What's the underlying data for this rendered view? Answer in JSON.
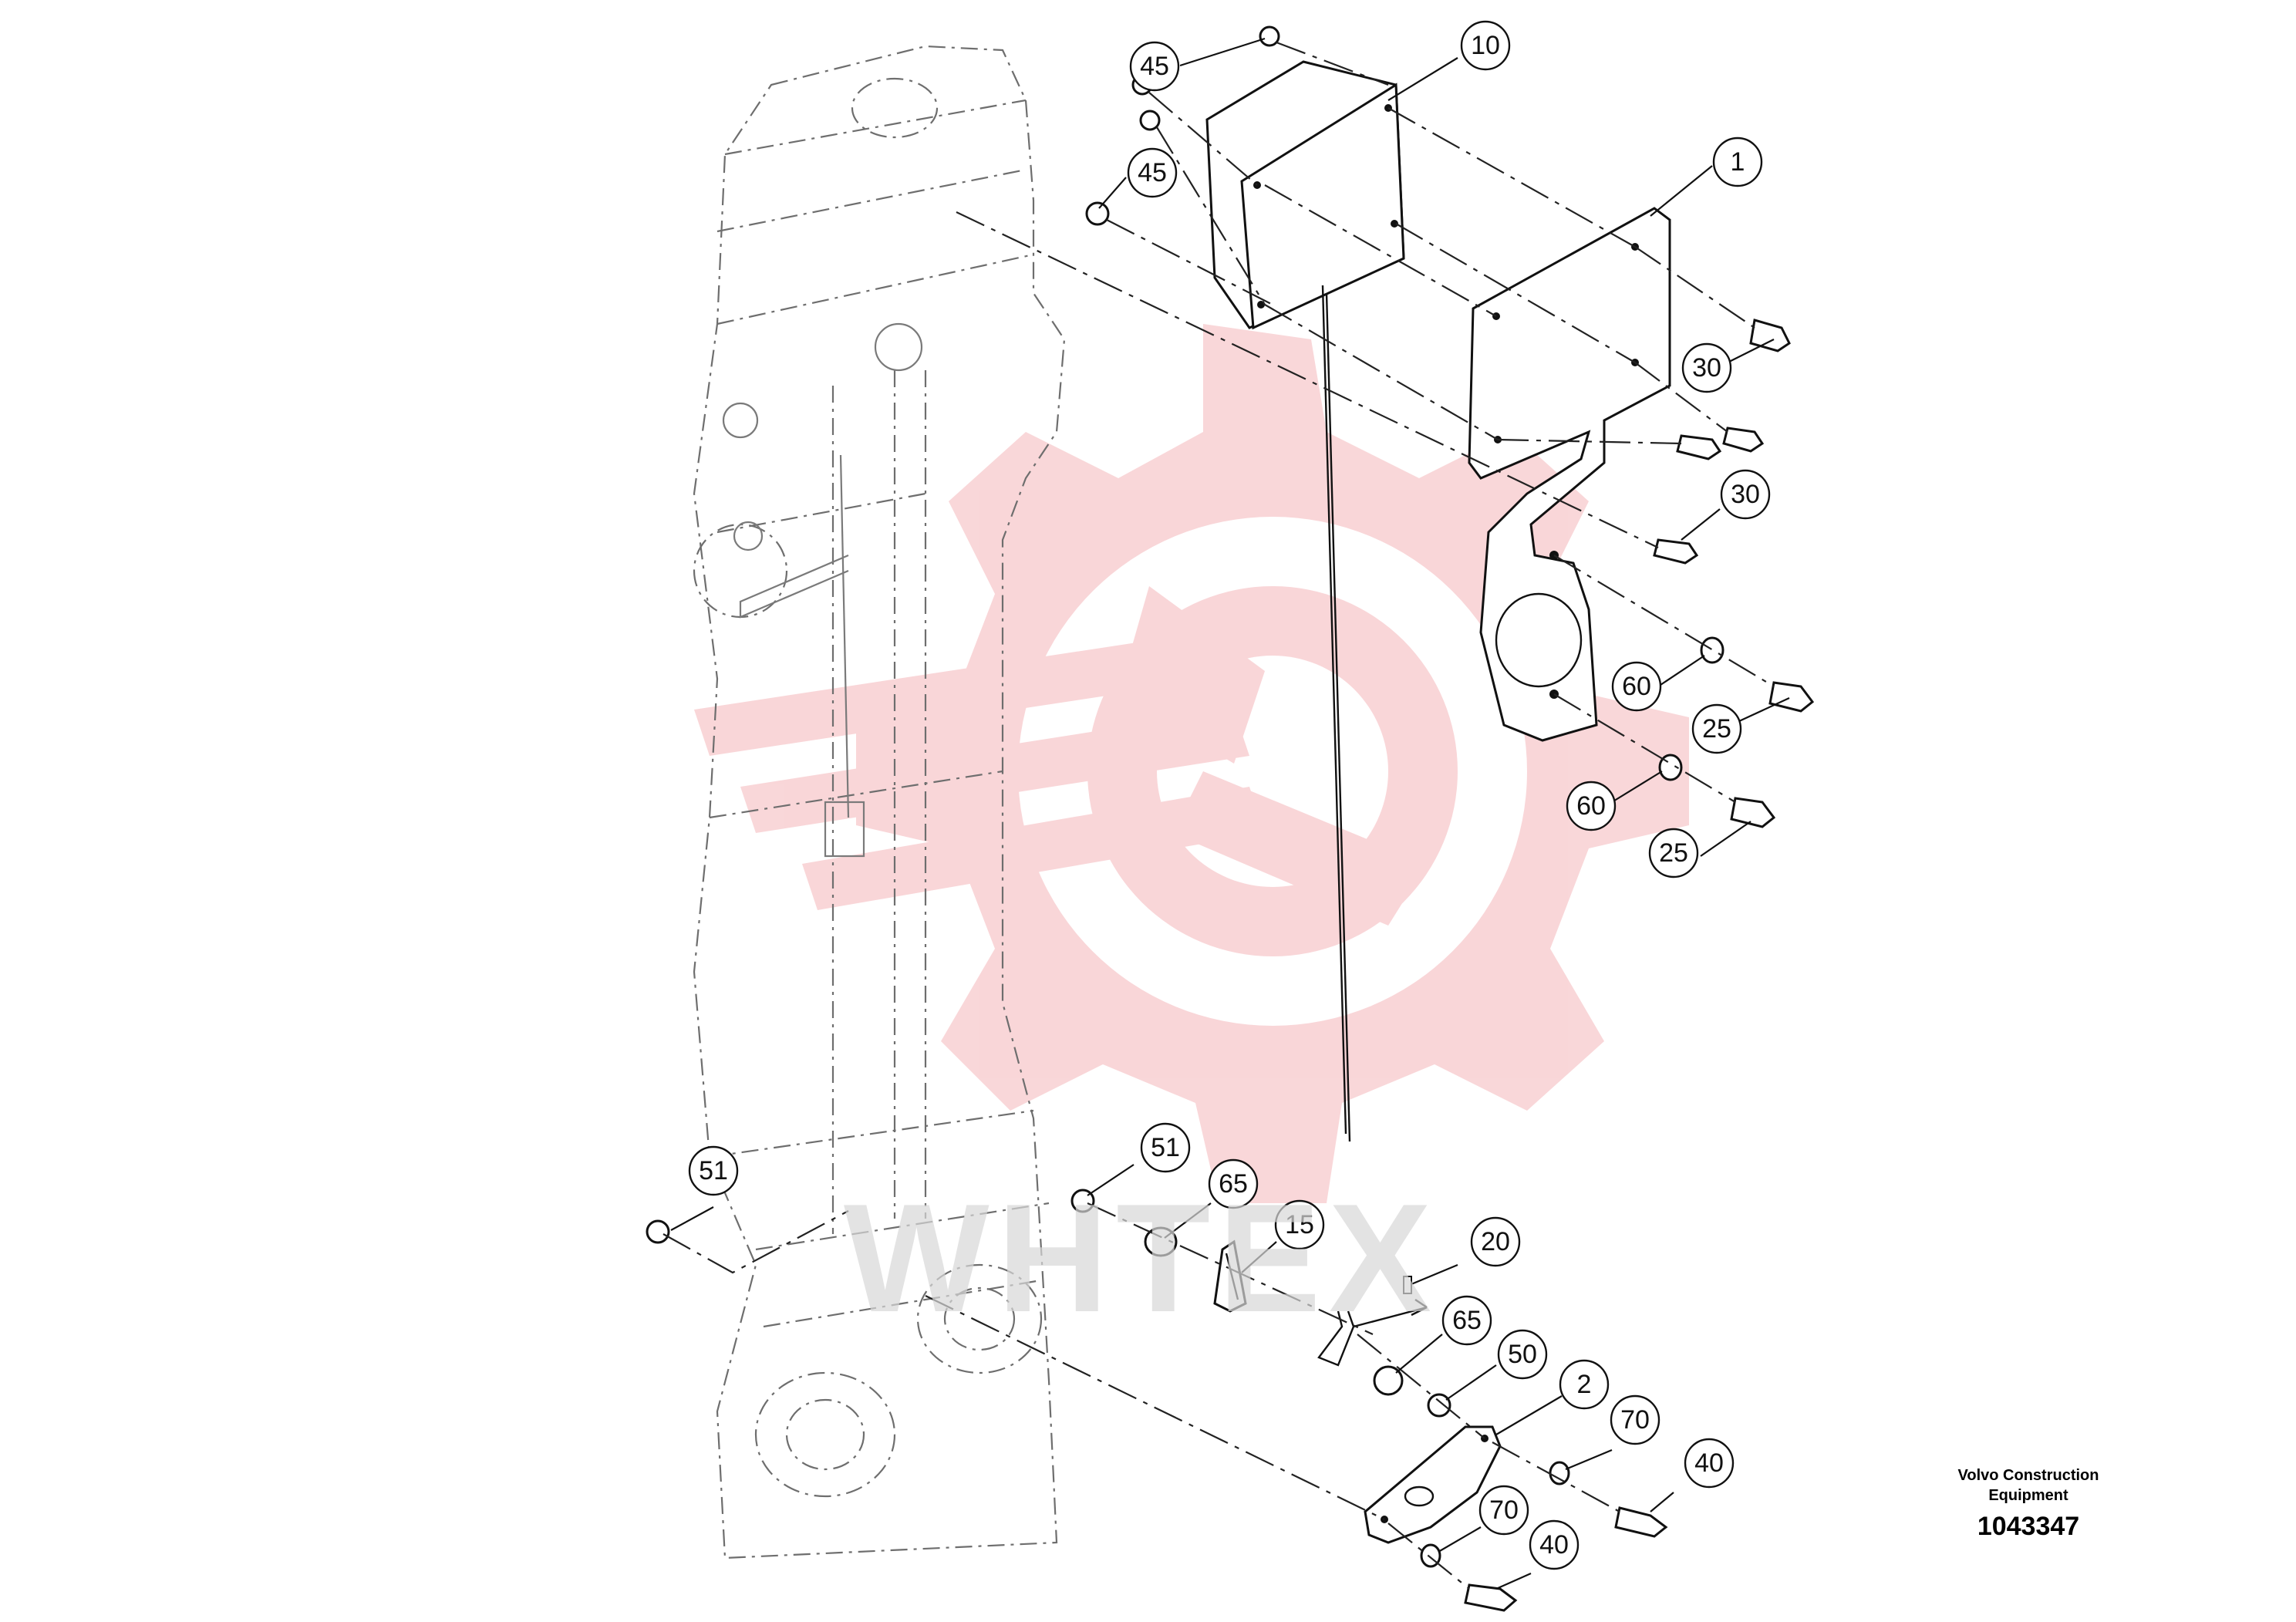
{
  "watermark": {
    "text": "WHTEX",
    "color_logo": "#f7c9cc",
    "color_text": "#d8d8d8"
  },
  "callouts": [
    {
      "label": "45"
    },
    {
      "label": "10"
    },
    {
      "label": "45"
    },
    {
      "label": "1"
    },
    {
      "label": "30"
    },
    {
      "label": "30"
    },
    {
      "label": "60"
    },
    {
      "label": "25"
    },
    {
      "label": "60"
    },
    {
      "label": "25"
    },
    {
      "label": "51"
    },
    {
      "label": "51"
    },
    {
      "label": "65"
    },
    {
      "label": "15"
    },
    {
      "label": "20"
    },
    {
      "label": "65"
    },
    {
      "label": "50"
    },
    {
      "label": "2"
    },
    {
      "label": "70"
    },
    {
      "label": "40"
    },
    {
      "label": "70"
    },
    {
      "label": "40"
    }
  ],
  "footer": {
    "manufacturer_line1": "Volvo Construction",
    "manufacturer_line2": "Equipment",
    "reference_number": "1043347"
  }
}
